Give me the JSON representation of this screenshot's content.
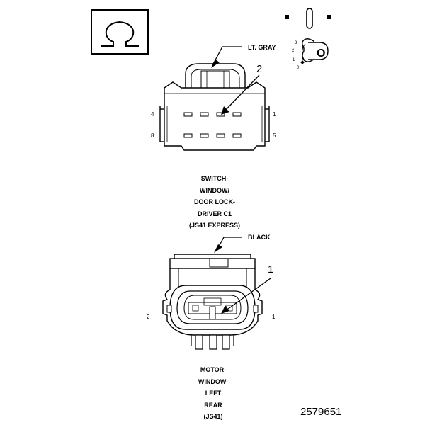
{
  "symbol": {
    "icon": "ohm-icon"
  },
  "key_switch": {
    "icon": "ignition-key-icon",
    "positions": [
      "3",
      "2",
      "1",
      "0"
    ],
    "key_letter": "O"
  },
  "connector_1": {
    "color_label": "LT. GRAY",
    "callout_number": "2",
    "pins": {
      "top_left": "4",
      "top_right": "1",
      "bottom_left": "8",
      "bottom_right": "5"
    },
    "caption": [
      "SWITCH-",
      "WINDOW/",
      "DOOR LOCK-",
      "DRIVER C1",
      "(JS41 EXPRESS)"
    ]
  },
  "connector_2": {
    "color_label": "BLACK",
    "callout_number": "1",
    "pins": {
      "left": "2",
      "right": "1"
    },
    "caption": [
      "MOTOR-",
      "WINDOW-",
      "LEFT",
      "REAR",
      "(JS41)"
    ]
  },
  "figure_number": "2579651"
}
